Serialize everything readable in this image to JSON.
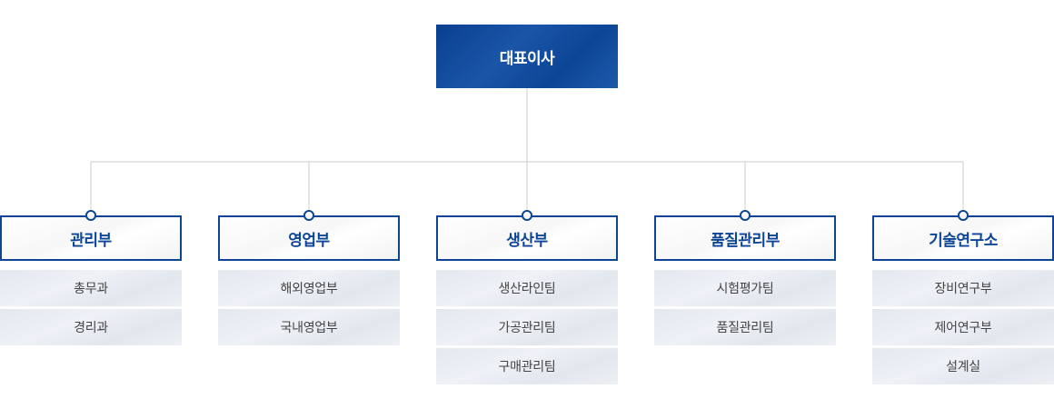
{
  "ceo": {
    "label": "대표이사"
  },
  "departments": [
    {
      "name": "관리부",
      "teams": [
        "총무과",
        "경리과"
      ]
    },
    {
      "name": "영업부",
      "teams": [
        "해외영업부",
        "국내영업부"
      ]
    },
    {
      "name": "생산부",
      "teams": [
        "생산라인팀",
        "가공관리팀",
        "구매관리팀"
      ]
    },
    {
      "name": "품질관리부",
      "teams": [
        "시험평가팀",
        "품질관리팀"
      ]
    },
    {
      "name": "기술연구소",
      "teams": [
        "장비연구부",
        "제어연구부",
        "설계실"
      ]
    }
  ],
  "colors": {
    "primary": "#0d4596",
    "connector": "#cccccc",
    "team_bg": "#e6eaf0",
    "team_text": "#444444"
  }
}
